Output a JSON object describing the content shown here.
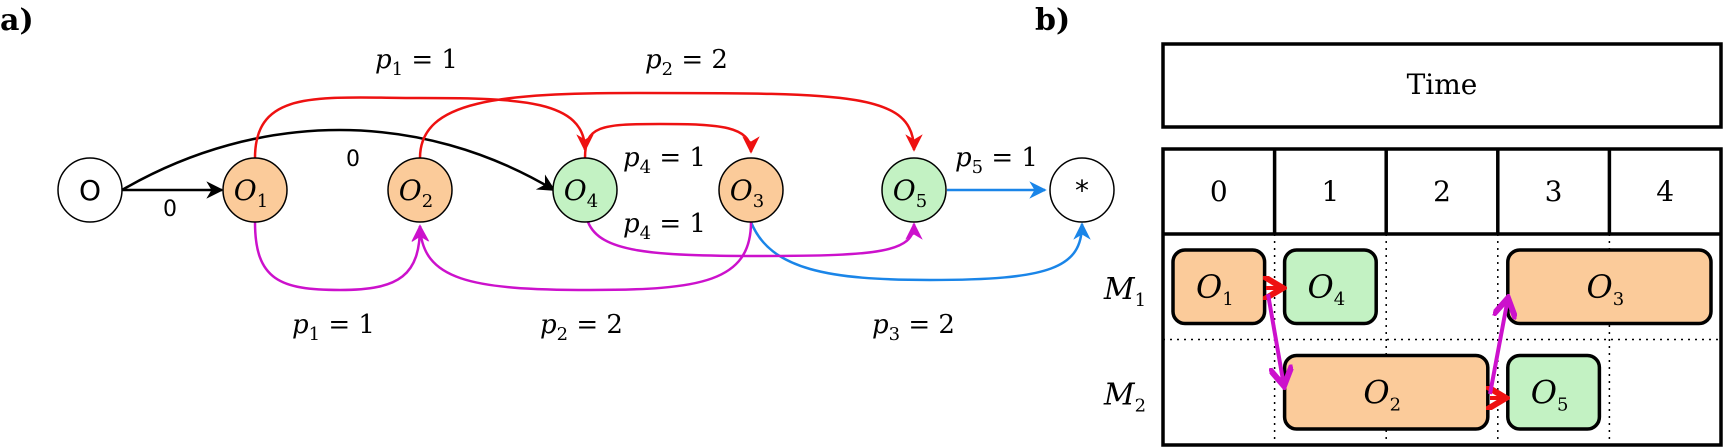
{
  "panels": {
    "a_label": "a)",
    "b_label": "b)"
  },
  "colors": {
    "orange_fill": "#fbcb9a",
    "green_fill": "#c3f2c3",
    "red": "#ee1111",
    "magenta": "#cc11cc",
    "blue": "#1a85e8",
    "black": "#000000"
  },
  "graph": {
    "nodes": [
      {
        "id": "source",
        "main": "O",
        "sub": "",
        "italic": false,
        "fill": "#ffffff"
      },
      {
        "id": "O1",
        "main": "O",
        "sub": "1",
        "italic": true,
        "fill": "#fbcb9a"
      },
      {
        "id": "O2",
        "main": "O",
        "sub": "2",
        "italic": true,
        "fill": "#fbcb9a"
      },
      {
        "id": "O4",
        "main": "O",
        "sub": "4",
        "italic": true,
        "fill": "#c3f2c3"
      },
      {
        "id": "O3",
        "main": "O",
        "sub": "3",
        "italic": true,
        "fill": "#fbcb9a"
      },
      {
        "id": "O5",
        "main": "O",
        "sub": "5",
        "italic": true,
        "fill": "#c3f2c3"
      },
      {
        "id": "sink",
        "main": "*",
        "sub": "",
        "italic": false,
        "fill": "#ffffff"
      }
    ],
    "edge_labels": {
      "zero_bottom": "0",
      "zero_top": "0",
      "red_p1": {
        "v": "p",
        "s": "1",
        "rhs": " = 1"
      },
      "red_p2": {
        "v": "p",
        "s": "2",
        "rhs": " = 2"
      },
      "red_p4": {
        "v": "p",
        "s": "4",
        "rhs": " = 1"
      },
      "blue_p5": {
        "v": "p",
        "s": "5",
        "rhs": " = 1"
      },
      "mag_p4": {
        "v": "p",
        "s": "4",
        "rhs": " = 1"
      },
      "mag_p1": {
        "v": "p",
        "s": "1",
        "rhs": " = 1"
      },
      "mag_p2": {
        "v": "p",
        "s": "2",
        "rhs": " = 2"
      },
      "blue_p3": {
        "v": "p",
        "s": "3",
        "rhs": " = 2"
      }
    }
  },
  "schedule": {
    "header": "Time",
    "times": [
      "0",
      "1",
      "2",
      "3",
      "4"
    ],
    "machines": [
      {
        "main": "M",
        "sub": "1"
      },
      {
        "main": "M",
        "sub": "2"
      }
    ],
    "blocks": [
      {
        "main": "O",
        "sub": "1",
        "machine": 0,
        "start": 0,
        "end": 1,
        "fill": "#fbcb9a"
      },
      {
        "main": "O",
        "sub": "4",
        "machine": 0,
        "start": 1,
        "end": 2,
        "fill": "#c3f2c3"
      },
      {
        "main": "O",
        "sub": "3",
        "machine": 0,
        "start": 3,
        "end": 5,
        "fill": "#fbcb9a"
      },
      {
        "main": "O",
        "sub": "2",
        "machine": 1,
        "start": 1,
        "end": 3,
        "fill": "#fbcb9a"
      },
      {
        "main": "O",
        "sub": "5",
        "machine": 1,
        "start": 3,
        "end": 4,
        "fill": "#c3f2c3"
      }
    ]
  }
}
